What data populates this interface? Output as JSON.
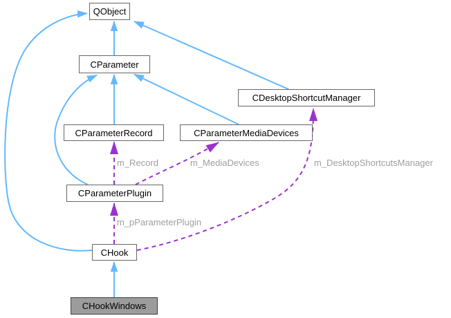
{
  "diagram": {
    "nodes": {
      "qobject": {
        "label": "QObject"
      },
      "cparameter": {
        "label": "CParameter"
      },
      "cdesktopshortcutmanager": {
        "label": "CDesktopShortcutManager"
      },
      "cparameterrecord": {
        "label": "CParameterRecord"
      },
      "cparametermediadevices": {
        "label": "CParameterMediaDevices"
      },
      "cparameterplugin": {
        "label": "CParameterPlugin"
      },
      "chook": {
        "label": "CHook"
      },
      "chookwindows": {
        "label": "CHookWindows",
        "highlighted": "true"
      }
    },
    "edge_labels": {
      "m_record": "m_Record",
      "m_media_devices": "m_MediaDevices",
      "m_desktop_shortcuts_manager": "m_DesktopShortcutsManager",
      "m_p_parameter_plugin": "m_pParameterPlugin"
    },
    "colors": {
      "inheritance_edge": "#63B8FF",
      "usage_edge": "#9A32CD",
      "edge_label_text": "#9E9E9E",
      "node_fill": "#FFFFFF",
      "node_border": "#666666",
      "highlighted_node_fill": "#9C9C9C"
    }
  }
}
